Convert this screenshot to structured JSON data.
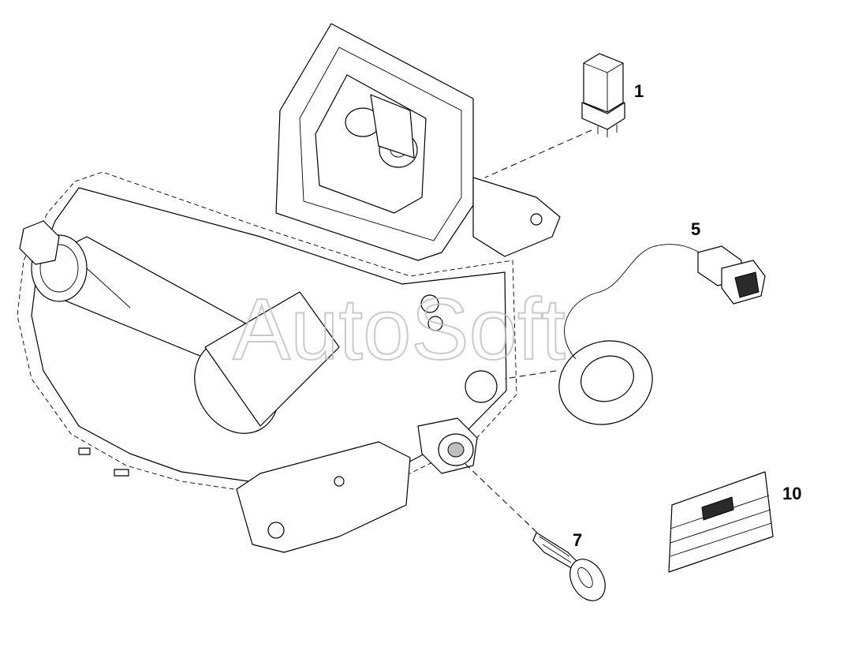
{
  "diagram": {
    "watermark": "AutoSoft",
    "callouts": [
      {
        "id": "relay",
        "label": "1"
      },
      {
        "id": "antenna",
        "label": "5"
      },
      {
        "id": "key",
        "label": "7"
      },
      {
        "id": "tag",
        "label": "10"
      }
    ],
    "colors": {
      "line": "#000000",
      "background": "#ffffff",
      "watermark": "#bdbdbd"
    }
  }
}
